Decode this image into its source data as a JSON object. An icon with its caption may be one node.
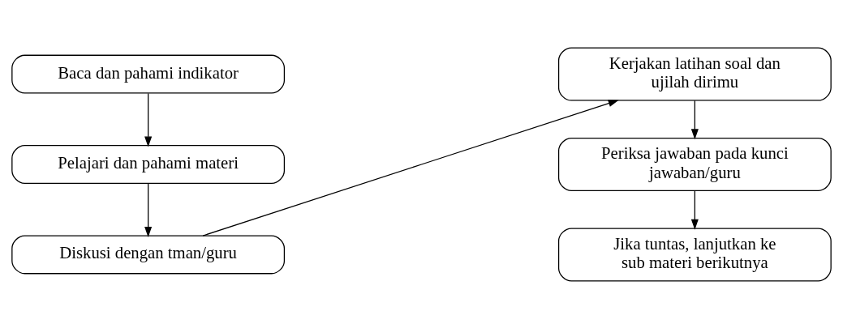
{
  "diagram": {
    "nodes": [
      {
        "text": [
          "Baca dan pahami indikator"
        ]
      },
      {
        "text": [
          "Pelajari dan pahami materi"
        ]
      },
      {
        "text": [
          "Diskusi dengan tman/guru"
        ]
      },
      {
        "text": [
          "Kerjakan latihan soal dan ujilah dirimu"
        ]
      },
      {
        "text": [
          "Periksa jawaban pada kunci jawaban/guru"
        ]
      },
      {
        "text": [
          "Jika tuntas, lanjutkan ke sub materi berikutnya"
        ]
      }
    ],
    "edges": [
      {
        "from": 0,
        "to": 1,
        "arrow": "to"
      },
      {
        "from": 1,
        "to": 2,
        "arrow": "to"
      },
      {
        "from": 2,
        "to": 3,
        "arrow": "to"
      },
      {
        "from": 3,
        "to": 4,
        "arrow": "to"
      },
      {
        "from": 4,
        "to": 5,
        "arrow": "to"
      }
    ]
  }
}
